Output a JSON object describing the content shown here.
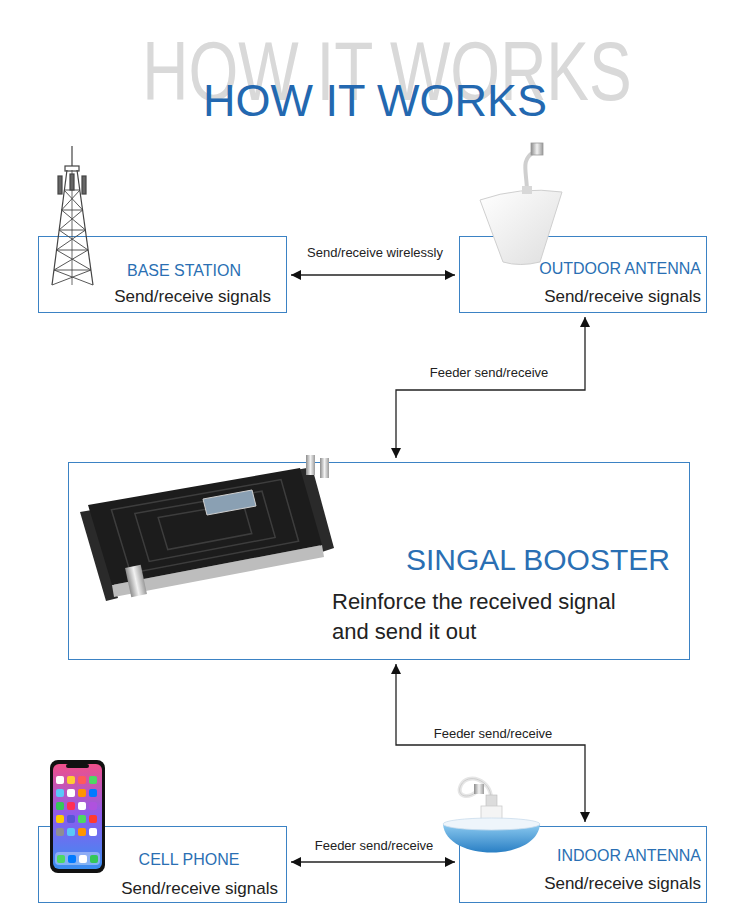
{
  "diagram": {
    "title": "HOW IT WORKS",
    "nodes": [
      {
        "text": [
          "BASE STATION",
          "Send/receive signals"
        ]
      },
      {
        "text": [
          "OUTDOOR ANTENNA",
          "Send/receive signals"
        ]
      },
      {
        "text": [
          "SINGAL BOOSTER",
          "Reinforce the received signal and send it out"
        ]
      },
      {
        "text": [
          "CELL PHONE",
          "Send/receive signals"
        ]
      },
      {
        "text": [
          "INDOOR ANTENNA",
          "Send/receive signals"
        ]
      }
    ],
    "edges": [
      {
        "from": 0,
        "to": 1,
        "arrow": "both",
        "label": "Send/receive wirelessly"
      },
      {
        "from": 1,
        "to": 2,
        "arrow": "both",
        "label": "Feeder send/receive"
      },
      {
        "from": 2,
        "to": 4,
        "arrow": "both",
        "label": "Feeder send/receive"
      },
      {
        "from": 3,
        "to": 4,
        "arrow": "both",
        "label": "Feeder send/receive"
      }
    ],
    "labels": [
      "HOW IT WORKS"
    ]
  }
}
